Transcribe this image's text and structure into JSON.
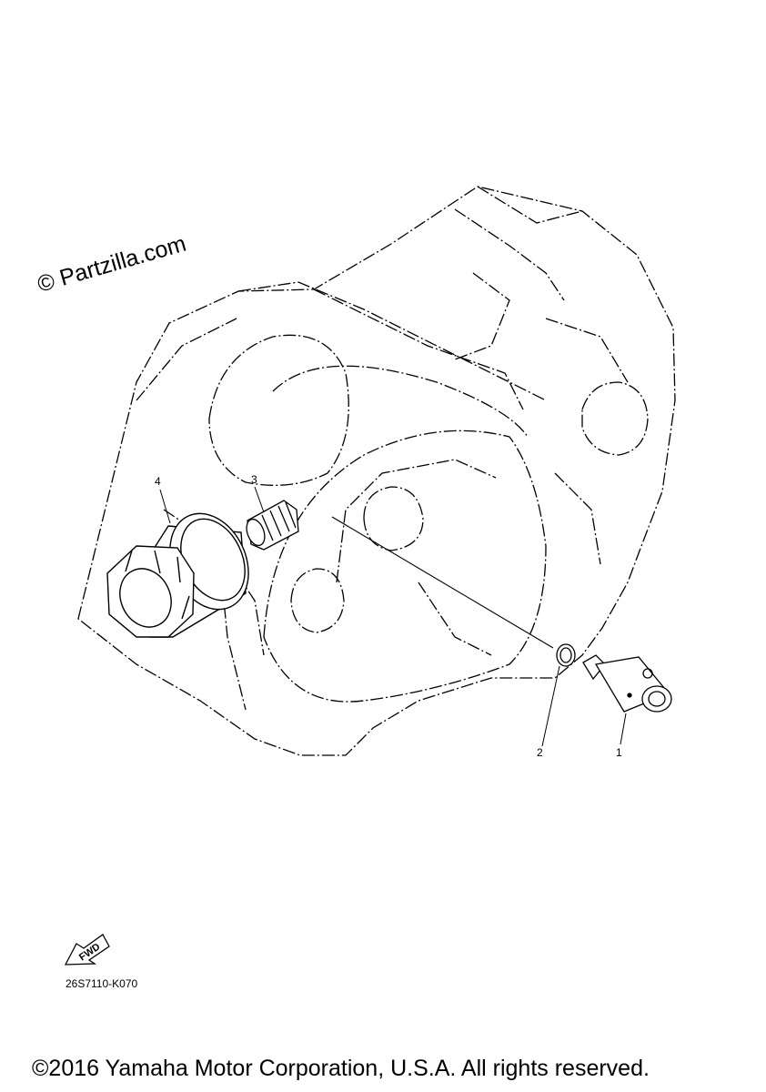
{
  "watermark": "© Partzilla.com",
  "parts": [
    {
      "number": "1"
    },
    {
      "number": "2"
    },
    {
      "number": "3"
    },
    {
      "number": "4"
    }
  ],
  "direction_marker": "FWD",
  "diagram_code": "26S7110-K070",
  "copyright": "©2016 Yamaha Motor Corporation, U.S.A. All rights reserved."
}
